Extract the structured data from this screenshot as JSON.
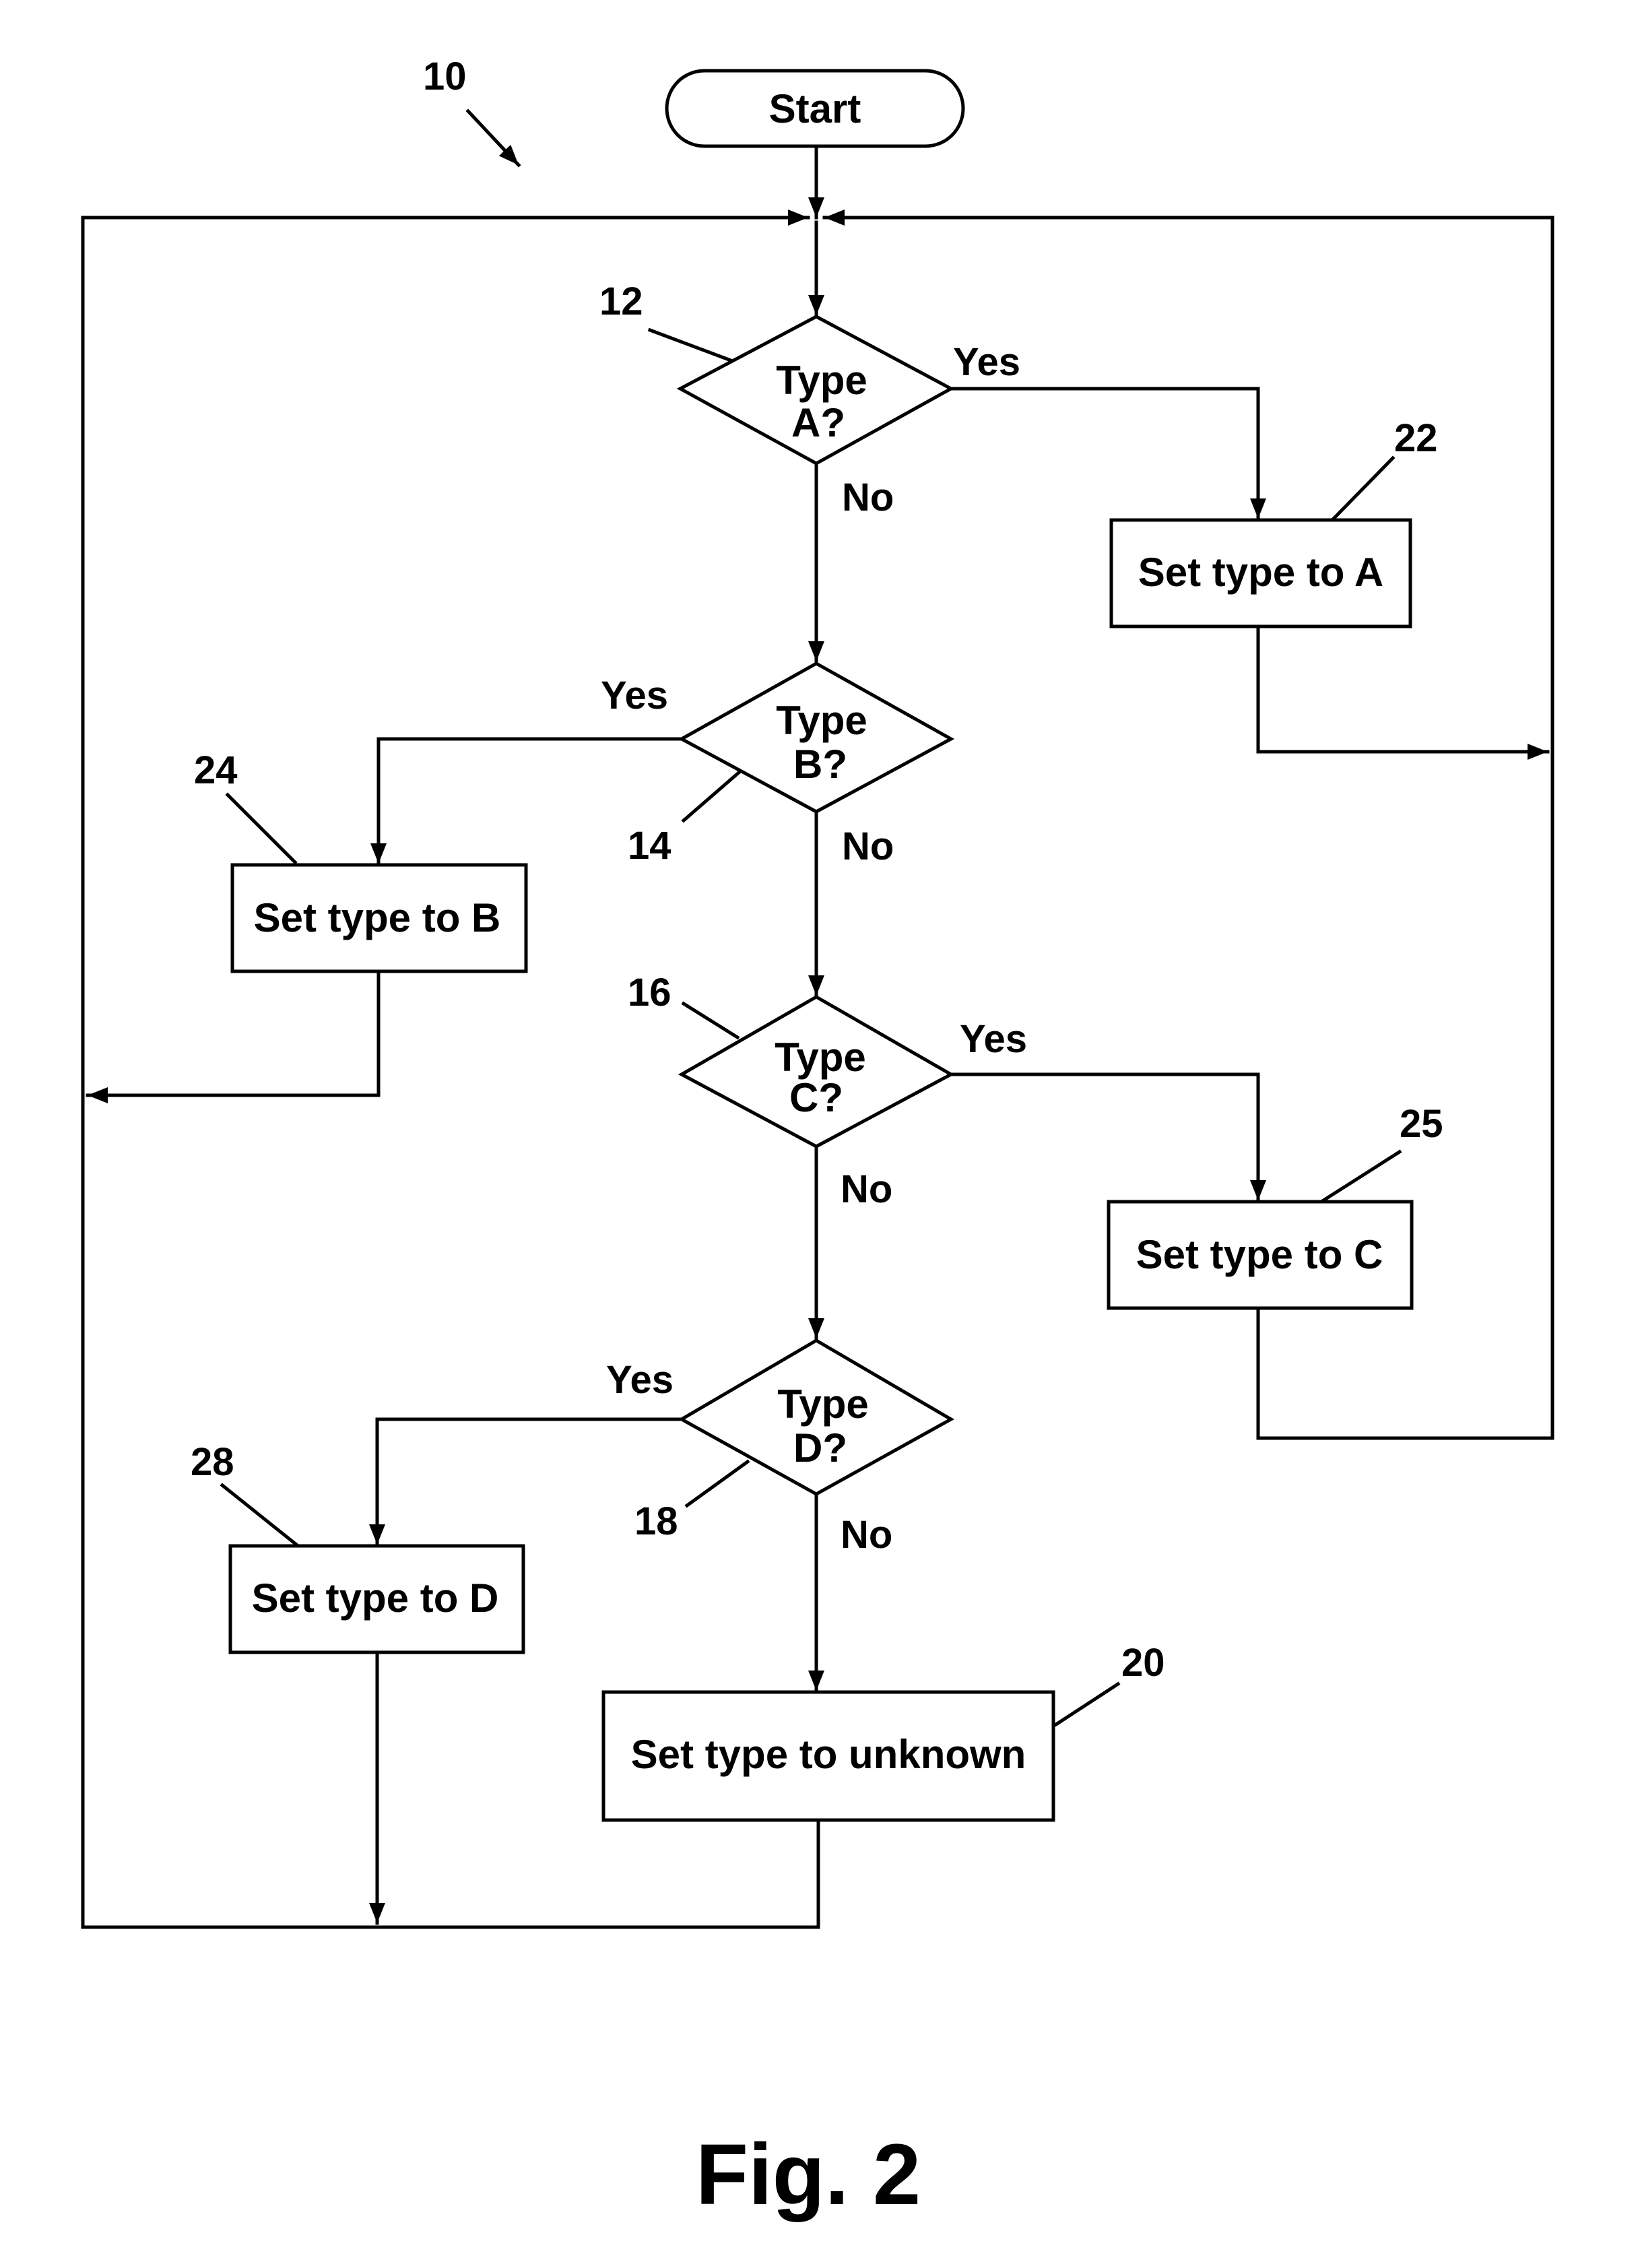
{
  "figure": {
    "ref": "10",
    "caption": "Fig. 2"
  },
  "nodes": {
    "start": {
      "text": "Start"
    },
    "decision_a": {
      "ref": "12",
      "line1": "Type",
      "line2": "A?"
    },
    "decision_b": {
      "ref": "14",
      "line1": "Type",
      "line2": "B?"
    },
    "decision_c": {
      "ref": "16",
      "line1": "Type",
      "line2": "C?"
    },
    "decision_d": {
      "ref": "18",
      "line1": "Type",
      "line2": "D?"
    },
    "set_a": {
      "ref": "22",
      "text": "Set type to A"
    },
    "set_b": {
      "ref": "24",
      "text": "Set type to B"
    },
    "set_c": {
      "ref": "25",
      "text": "Set type to C"
    },
    "set_d": {
      "ref": "28",
      "text": "Set type to D"
    },
    "set_unknown": {
      "ref": "20",
      "text": "Set type to unknown"
    }
  },
  "branches": {
    "a_yes": "Yes",
    "a_no": "No",
    "b_yes": "Yes",
    "b_no": "No",
    "c_yes": "Yes",
    "c_no": "No",
    "d_yes": "Yes",
    "d_no": "No"
  }
}
